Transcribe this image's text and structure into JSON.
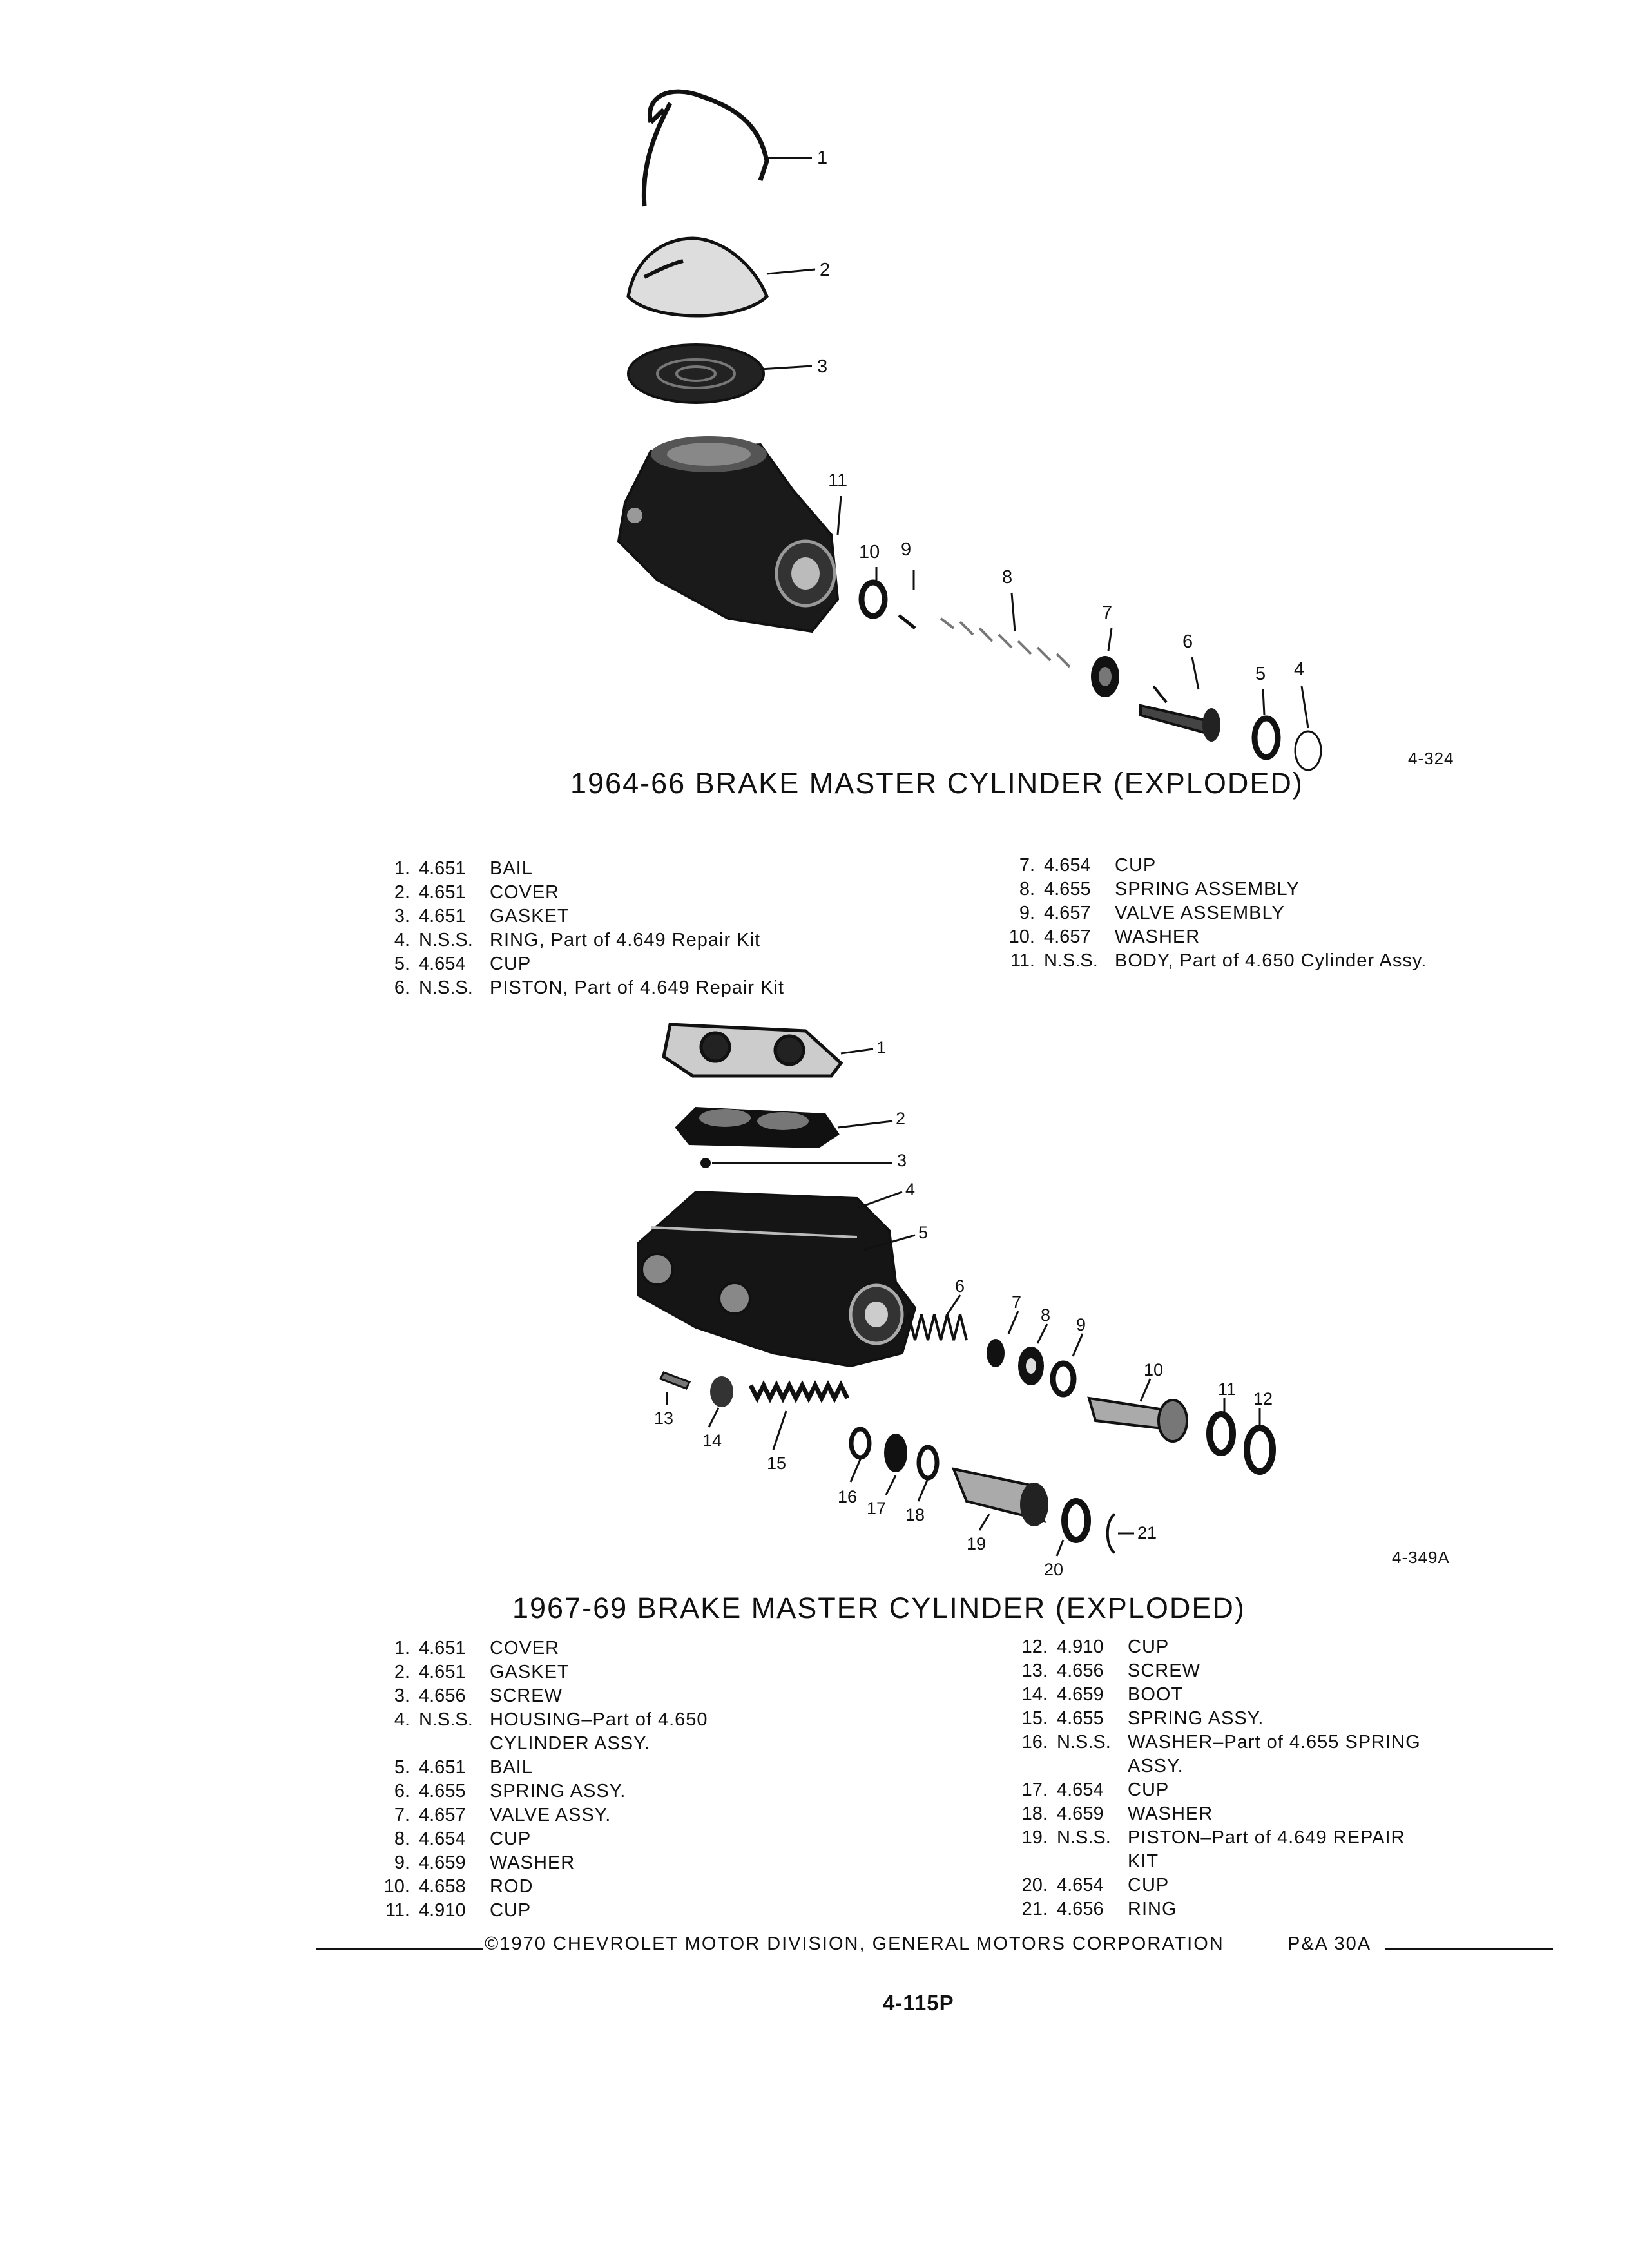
{
  "figures": [
    {
      "title": "1964-66 BRAKE MASTER CYLINDER (EXPLODED)",
      "figure_id": "4-324",
      "callouts": [
        "1",
        "2",
        "3",
        "11",
        "10",
        "9",
        "8",
        "7",
        "6",
        "5",
        "4"
      ],
      "parts_left": [
        {
          "num": "1.",
          "part": "4.651",
          "desc": "BAIL"
        },
        {
          "num": "2.",
          "part": "4.651",
          "desc": "COVER"
        },
        {
          "num": "3.",
          "part": "4.651",
          "desc": "GASKET"
        },
        {
          "num": "4.",
          "part": "N.S.S.",
          "desc": "RING, Part of 4.649 Repair Kit"
        },
        {
          "num": "5.",
          "part": "4.654",
          "desc": "CUP"
        },
        {
          "num": "6.",
          "part": "N.S.S.",
          "desc": "PISTON, Part of 4.649 Repair Kit"
        }
      ],
      "parts_right": [
        {
          "num": "7.",
          "part": "4.654",
          "desc": "CUP"
        },
        {
          "num": "8.",
          "part": "4.655",
          "desc": "SPRING ASSEMBLY"
        },
        {
          "num": "9.",
          "part": "4.657",
          "desc": "VALVE ASSEMBLY"
        },
        {
          "num": "10.",
          "part": "4.657",
          "desc": "WASHER"
        },
        {
          "num": "11.",
          "part": "N.S.S.",
          "desc": "BODY, Part of 4.650 Cylinder Assy."
        }
      ]
    },
    {
      "title": "1967-69 BRAKE MASTER CYLINDER (EXPLODED)",
      "figure_id": "4-349A",
      "callouts": [
        "1",
        "2",
        "3",
        "4",
        "5",
        "6",
        "7",
        "8",
        "9",
        "10",
        "11",
        "12",
        "13",
        "14",
        "15",
        "16",
        "17",
        "18",
        "19",
        "20",
        "21"
      ],
      "parts_left": [
        {
          "num": "1.",
          "part": "4.651",
          "desc": "COVER"
        },
        {
          "num": "2.",
          "part": "4.651",
          "desc": "GASKET"
        },
        {
          "num": "3.",
          "part": "4.656",
          "desc": "SCREW"
        },
        {
          "num": "4.",
          "part": "N.S.S.",
          "desc": "HOUSING–Part of 4.650\nCYLINDER ASSY."
        },
        {
          "num": "5.",
          "part": "4.651",
          "desc": "BAIL"
        },
        {
          "num": "6.",
          "part": "4.655",
          "desc": "SPRING ASSY."
        },
        {
          "num": "7.",
          "part": "4.657",
          "desc": "VALVE ASSY."
        },
        {
          "num": "8.",
          "part": "4.654",
          "desc": "CUP"
        },
        {
          "num": "9.",
          "part": "4.659",
          "desc": "WASHER"
        },
        {
          "num": "10.",
          "part": "4.658",
          "desc": "ROD"
        },
        {
          "num": "11.",
          "part": "4.910",
          "desc": "CUP"
        }
      ],
      "parts_right": [
        {
          "num": "12.",
          "part": "4.910",
          "desc": "CUP"
        },
        {
          "num": "13.",
          "part": "4.656",
          "desc": "SCREW"
        },
        {
          "num": "14.",
          "part": "4.659",
          "desc": "BOOT"
        },
        {
          "num": "15.",
          "part": "4.655",
          "desc": "SPRING ASSY."
        },
        {
          "num": "16.",
          "part": "N.S.S.",
          "desc": "WASHER–Part of 4.655 SPRING\nASSY."
        },
        {
          "num": "17.",
          "part": "4.654",
          "desc": "CUP"
        },
        {
          "num": "18.",
          "part": "4.659",
          "desc": "WASHER"
        },
        {
          "num": "19.",
          "part": "N.S.S.",
          "desc": "PISTON–Part of 4.649 REPAIR\nKIT"
        },
        {
          "num": "20.",
          "part": "4.654",
          "desc": "CUP"
        },
        {
          "num": "21.",
          "part": "4.656",
          "desc": "RING"
        }
      ]
    }
  ],
  "footer": {
    "copyright": "©1970 CHEVROLET MOTOR DIVISION, GENERAL MOTORS CORPORATION",
    "code": "P&A 30A"
  },
  "page_number": "4-115P"
}
